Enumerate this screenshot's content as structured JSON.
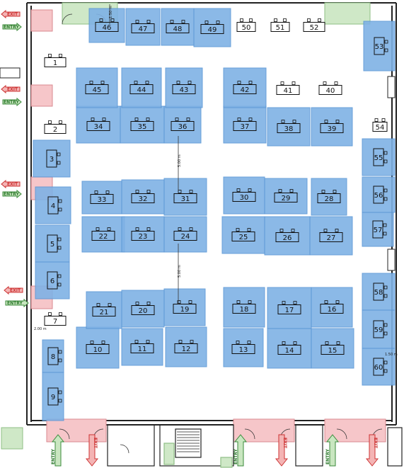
{
  "labels": {
    "exit": "EXIT",
    "entry": "ENTRY",
    "aisle_width": "5.00 m",
    "gap_small": "1.50 m",
    "gap_side": "2.00 m"
  },
  "colors": {
    "booth_fill": "#7fb2e5",
    "booth_stroke": "#5a96d4",
    "exit_red": "#d9534f",
    "entry_green": "#5cb85c",
    "door_pink": "#f6c6c9",
    "door_green": "#cfe8c7",
    "wall": "#222222"
  },
  "booths": [
    {
      "id": "1",
      "status": "available"
    },
    {
      "id": "2",
      "status": "available"
    },
    {
      "id": "3",
      "status": "booked"
    },
    {
      "id": "4",
      "status": "booked"
    },
    {
      "id": "5",
      "status": "booked"
    },
    {
      "id": "6",
      "status": "booked"
    },
    {
      "id": "7",
      "status": "available"
    },
    {
      "id": "8",
      "status": "booked"
    },
    {
      "id": "9",
      "status": "booked"
    },
    {
      "id": "10",
      "status": "booked"
    },
    {
      "id": "11",
      "status": "booked"
    },
    {
      "id": "12",
      "status": "booked"
    },
    {
      "id": "13",
      "status": "booked"
    },
    {
      "id": "14",
      "status": "booked"
    },
    {
      "id": "15",
      "status": "booked"
    },
    {
      "id": "16",
      "status": "booked"
    },
    {
      "id": "17",
      "status": "booked"
    },
    {
      "id": "18",
      "status": "booked"
    },
    {
      "id": "19",
      "status": "booked"
    },
    {
      "id": "20",
      "status": "booked"
    },
    {
      "id": "21",
      "status": "booked"
    },
    {
      "id": "22",
      "status": "booked"
    },
    {
      "id": "23",
      "status": "booked"
    },
    {
      "id": "24",
      "status": "booked"
    },
    {
      "id": "25",
      "status": "booked"
    },
    {
      "id": "26",
      "status": "booked"
    },
    {
      "id": "27",
      "status": "booked"
    },
    {
      "id": "28",
      "status": "booked"
    },
    {
      "id": "29",
      "status": "booked"
    },
    {
      "id": "30",
      "status": "booked"
    },
    {
      "id": "31",
      "status": "booked"
    },
    {
      "id": "32",
      "status": "booked"
    },
    {
      "id": "33",
      "status": "booked"
    },
    {
      "id": "34",
      "status": "booked"
    },
    {
      "id": "35",
      "status": "booked"
    },
    {
      "id": "36",
      "status": "booked"
    },
    {
      "id": "37",
      "status": "booked"
    },
    {
      "id": "38",
      "status": "booked"
    },
    {
      "id": "39",
      "status": "booked"
    },
    {
      "id": "40",
      "status": "available"
    },
    {
      "id": "41",
      "status": "available"
    },
    {
      "id": "42",
      "status": "booked"
    },
    {
      "id": "43",
      "status": "booked"
    },
    {
      "id": "44",
      "status": "booked"
    },
    {
      "id": "45",
      "status": "booked"
    },
    {
      "id": "46",
      "status": "booked"
    },
    {
      "id": "47",
      "status": "booked"
    },
    {
      "id": "48",
      "status": "booked"
    },
    {
      "id": "49",
      "status": "booked"
    },
    {
      "id": "50",
      "status": "available"
    },
    {
      "id": "51",
      "status": "available"
    },
    {
      "id": "52",
      "status": "available"
    },
    {
      "id": "53",
      "status": "booked"
    },
    {
      "id": "54",
      "status": "available"
    },
    {
      "id": "55",
      "status": "booked"
    },
    {
      "id": "56",
      "status": "booked"
    },
    {
      "id": "57",
      "status": "booked"
    },
    {
      "id": "58",
      "status": "booked"
    },
    {
      "id": "59",
      "status": "booked"
    },
    {
      "id": "60",
      "status": "booked"
    }
  ]
}
